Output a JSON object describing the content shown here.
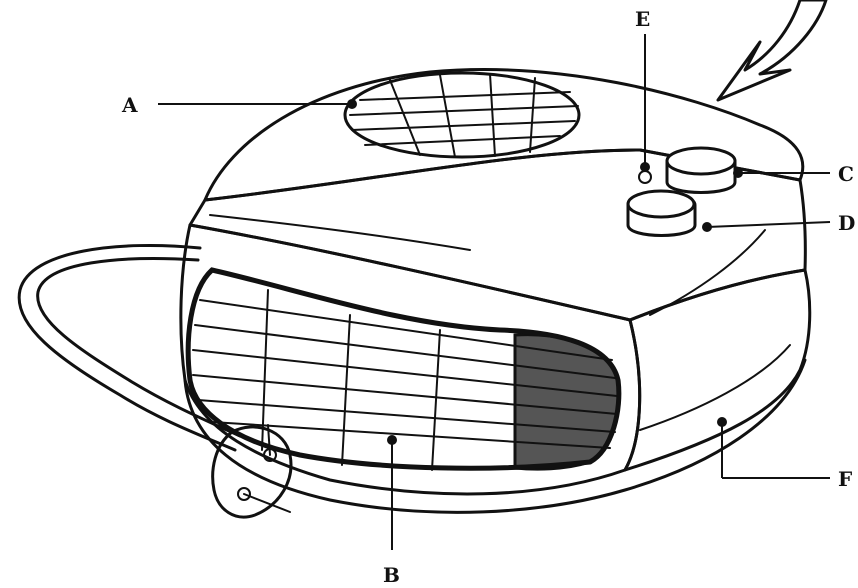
{
  "labels": {
    "a": "A",
    "b": "B",
    "c": "C",
    "d": "D",
    "e": "E",
    "f": "F"
  },
  "colors": {
    "ink": "#111111",
    "heating_element": "#555555",
    "background": "#ffffff"
  },
  "icons": {
    "arrow": "curved-arrow-icon",
    "plug": "power-plug-icon"
  }
}
